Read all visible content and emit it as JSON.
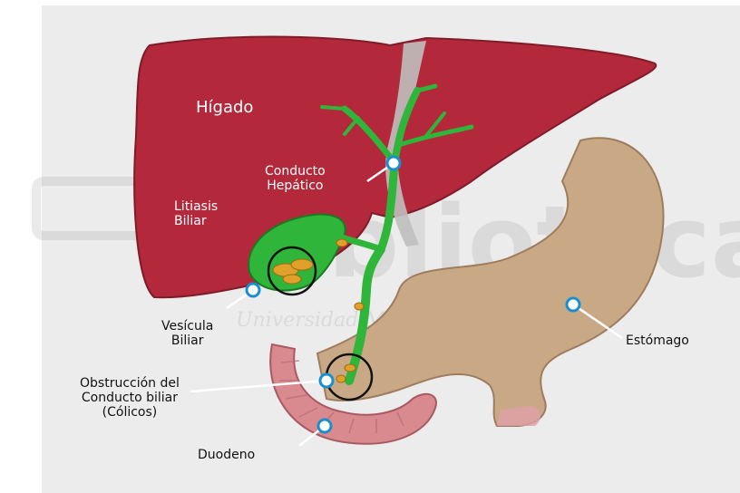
{
  "labels": {
    "liver": "Hígado",
    "hepatic_duct": "Conducto\nHepático",
    "lithiasis": "Litiasis\nBiliar",
    "gallbladder": "Vesícula\nBiliar",
    "obstruction": "Obstrucción del\nConducto biliar\n(Cólicos)",
    "duodenum": "Duodeno",
    "stomach": "Estómago"
  },
  "watermark": {
    "big": "Biblioteca",
    "small": "Universidad Miguel Hernández"
  },
  "colors": {
    "liver": "#b3283a",
    "liver_dark": "#7f1c2a",
    "bile_duct": "#2fb63a",
    "stomach": "#c9a886",
    "duodenum": "#d98a8f",
    "stone": "#e0a12a",
    "pointer": "#1a8fd0"
  }
}
